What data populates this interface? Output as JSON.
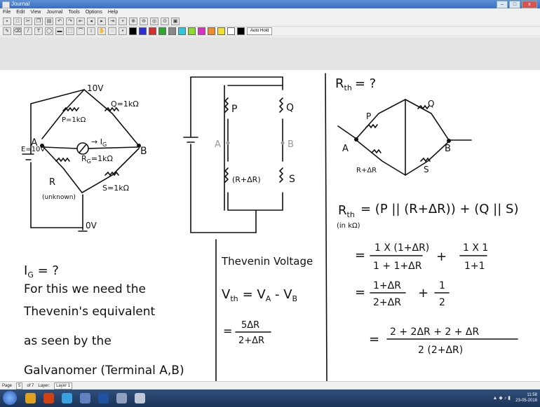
{
  "window": {
    "title": "Journal"
  },
  "window_controls": {
    "minimize": "–",
    "maximize": "□",
    "close": "x"
  },
  "menu": [
    "File",
    "Edit",
    "View",
    "Journal",
    "Tools",
    "Options",
    "Help"
  ],
  "toolbar": {
    "zoom_label": "Auto Hold"
  },
  "statusbar": {
    "page_label": "Page",
    "page_value": "5",
    "page_total": "of 7",
    "layer_label": "Layer:",
    "layer_value": "Layer 1"
  },
  "tray": {
    "time": "11:58",
    "date": "23-05-2018"
  },
  "notes": {
    "r_th_q": "R",
    "r_th_q_sub": "th",
    "r_th_q_rest": "= ?",
    "label_10v": "10V",
    "label_q": "Q=1kΩ",
    "label_p": "P=1kΩ",
    "label_a": "A",
    "label_b": "B",
    "label_ig_arrow": "→ I",
    "label_ig_arrow_sub": "G",
    "label_rg": "R",
    "label_rg_sub": "G",
    "label_rg_rest": "=1kΩ",
    "label_e": "E=10V",
    "label_r": "R",
    "label_unknown": "(unknown)",
    "label_s": "S=1kΩ",
    "label_0v": "0V",
    "mid_p": "P",
    "mid_q": "Q",
    "mid_a": "A",
    "mid_b": "B",
    "mid_rdr": "(R+ΔR)",
    "mid_s": "S",
    "rc_p": "P",
    "rc_q": "Q",
    "rc_a": "A",
    "rc_b": "B",
    "rc_rdr": "R+ΔR",
    "rc_s": "S",
    "ig_q": "I",
    "ig_q_sub": "G",
    "ig_q_rest": " = ?",
    "text_line1": "For this we need the",
    "text_line2": "Thevenin's equivalent",
    "text_line3": "as seen by the",
    "text_line4": "Galvanomer (Terminal A,B)",
    "thev_title": "Thevenin Voltage",
    "vth_lhs": "V",
    "vth_lhs_sub": "th",
    "vth_rhs": "= V",
    "vth_rhs_a": "A",
    "vth_rhs_mid": " - V",
    "vth_rhs_b": "B",
    "vth_eq": "=",
    "vth_num": "5ΔR",
    "vth_den": "2+ΔR",
    "rth_lhs": "R",
    "rth_lhs_sub": "th",
    "rth_unit": "(in kΩ)",
    "rth_rhs": "= (P || (R+ΔR)) + (Q || S)",
    "l2_eq": "=",
    "l2_num1": "1 X (1+ΔR)",
    "l2_den1": "1 + 1+ΔR",
    "l2_plus": "+",
    "l2_num2": "1 X 1",
    "l2_den2": "1+1",
    "l3_eq": "=",
    "l3_num1": "1+ΔR",
    "l3_den1": "2+ΔR",
    "l3_plus": "+",
    "l3_num2": "1",
    "l3_den2": "2",
    "l4_eq": "=",
    "l4_num": "2 + 2ΔR + 2 + ΔR",
    "l4_den": "2 (2+ΔR)"
  }
}
